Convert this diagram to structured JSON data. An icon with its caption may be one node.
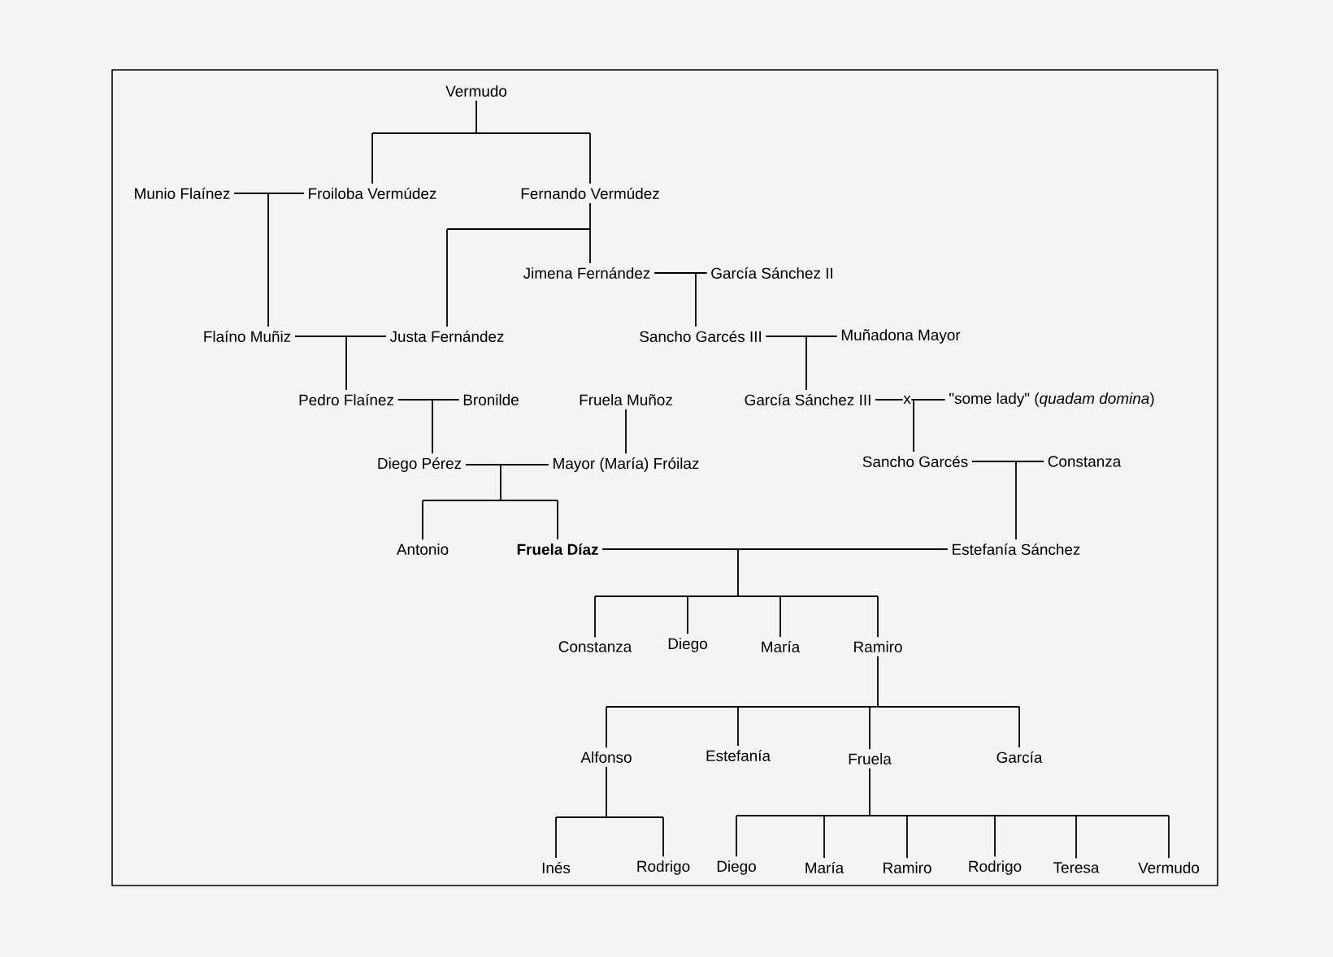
{
  "diagram": {
    "nodes": [
      {
        "text": [
          "Vermudo"
        ]
      },
      {
        "text": [
          "Munio Flaínez"
        ]
      },
      {
        "text": [
          "Froiloba Vermúdez"
        ]
      },
      {
        "text": [
          "Fernando Vermúdez"
        ]
      },
      {
        "text": [
          "Jimena Fernández"
        ]
      },
      {
        "text": [
          "García Sánchez II"
        ]
      },
      {
        "text": [
          "Flaíno Muñiz"
        ]
      },
      {
        "text": [
          "Justa Fernández"
        ]
      },
      {
        "text": [
          "Sancho Garcés III"
        ]
      },
      {
        "text": [
          "Muñadona Mayor"
        ]
      },
      {
        "text": [
          "Pedro Flaínez"
        ]
      },
      {
        "text": [
          "Bronilde"
        ]
      },
      {
        "text": [
          "Fruela Muñoz"
        ]
      },
      {
        "text": [
          "García Sánchez III"
        ]
      },
      {
        "text": [
          "\"some lady\" (*quadam domina*)"
        ]
      },
      {
        "text": [
          "Diego Pérez"
        ]
      },
      {
        "text": [
          "Mayor (María) Fróilaz"
        ]
      },
      {
        "text": [
          "Sancho Garcés"
        ]
      },
      {
        "text": [
          "Constanza"
        ]
      },
      {
        "text": [
          "Antonio"
        ]
      },
      {
        "text": [
          "Fruela Díaz"
        ]
      },
      {
        "text": [
          "Estefanía Sánchez"
        ]
      },
      {
        "text": [
          "Constanza"
        ]
      },
      {
        "text": [
          "Diego"
        ]
      },
      {
        "text": [
          "María"
        ]
      },
      {
        "text": [
          "Ramiro"
        ]
      },
      {
        "text": [
          "Alfonso"
        ]
      },
      {
        "text": [
          "Estefanía"
        ]
      },
      {
        "text": [
          "Fruela"
        ]
      },
      {
        "text": [
          "García"
        ]
      },
      {
        "text": [
          "Inés"
        ]
      },
      {
        "text": [
          "Rodrigo"
        ]
      },
      {
        "text": [
          "Diego"
        ]
      },
      {
        "text": [
          "María"
        ]
      },
      {
        "text": [
          "Ramiro"
        ]
      },
      {
        "text": [
          "Rodrigo"
        ]
      },
      {
        "text": [
          "Teresa"
        ]
      },
      {
        "text": [
          "Vermudo"
        ]
      }
    ],
    "edges": [
      {
        "from": 0,
        "to": 2,
        "arrow": "none"
      },
      {
        "from": 0,
        "to": 3,
        "arrow": "none"
      },
      {
        "from": 1,
        "to": 2,
        "arrow": "none"
      },
      {
        "from": 1,
        "to": 6,
        "arrow": "none"
      },
      {
        "from": 2,
        "to": 6,
        "arrow": "none"
      },
      {
        "from": 3,
        "to": 7,
        "arrow": "none"
      },
      {
        "from": 3,
        "to": 4,
        "arrow": "none"
      },
      {
        "from": 4,
        "to": 5,
        "arrow": "none"
      },
      {
        "from": 4,
        "to": 8,
        "arrow": "none"
      },
      {
        "from": 5,
        "to": 8,
        "arrow": "none"
      },
      {
        "from": 6,
        "to": 7,
        "arrow": "none"
      },
      {
        "from": 6,
        "to": 10,
        "arrow": "none"
      },
      {
        "from": 7,
        "to": 10,
        "arrow": "none"
      },
      {
        "from": 8,
        "to": 9,
        "arrow": "none"
      },
      {
        "from": 8,
        "to": 13,
        "arrow": "none"
      },
      {
        "from": 9,
        "to": 13,
        "arrow": "none"
      },
      {
        "from": 10,
        "to": 11,
        "arrow": "none"
      },
      {
        "from": 10,
        "to": 15,
        "arrow": "none"
      },
      {
        "from": 11,
        "to": 15,
        "arrow": "none"
      },
      {
        "from": 12,
        "to": 16,
        "arrow": "none"
      },
      {
        "from": 13,
        "to": 14,
        "arrow": "none",
        "label": "x"
      },
      {
        "from": 13,
        "to": 17,
        "arrow": "none"
      },
      {
        "from": 14,
        "to": 17,
        "arrow": "none"
      },
      {
        "from": 15,
        "to": 16,
        "arrow": "none"
      },
      {
        "from": 15,
        "to": 19,
        "arrow": "none"
      },
      {
        "from": 15,
        "to": 20,
        "arrow": "none"
      },
      {
        "from": 16,
        "to": 19,
        "arrow": "none"
      },
      {
        "from": 16,
        "to": 20,
        "arrow": "none"
      },
      {
        "from": 17,
        "to": 18,
        "arrow": "none"
      },
      {
        "from": 17,
        "to": 21,
        "arrow": "none"
      },
      {
        "from": 18,
        "to": 21,
        "arrow": "none"
      },
      {
        "from": 20,
        "to": 21,
        "arrow": "none"
      },
      {
        "from": 20,
        "to": 22,
        "arrow": "none"
      },
      {
        "from": 20,
        "to": 23,
        "arrow": "none"
      },
      {
        "from": 20,
        "to": 24,
        "arrow": "none"
      },
      {
        "from": 20,
        "to": 25,
        "arrow": "none"
      },
      {
        "from": 21,
        "to": 22,
        "arrow": "none"
      },
      {
        "from": 21,
        "to": 23,
        "arrow": "none"
      },
      {
        "from": 21,
        "to": 24,
        "arrow": "none"
      },
      {
        "from": 21,
        "to": 25,
        "arrow": "none"
      },
      {
        "from": 25,
        "to": 26,
        "arrow": "none"
      },
      {
        "from": 25,
        "to": 27,
        "arrow": "none"
      },
      {
        "from": 25,
        "to": 28,
        "arrow": "none"
      },
      {
        "from": 25,
        "to": 29,
        "arrow": "none"
      },
      {
        "from": 26,
        "to": 30,
        "arrow": "none"
      },
      {
        "from": 26,
        "to": 31,
        "arrow": "none"
      },
      {
        "from": 28,
        "to": 32,
        "arrow": "none"
      },
      {
        "from": 28,
        "to": 33,
        "arrow": "none"
      },
      {
        "from": 28,
        "to": 34,
        "arrow": "none"
      },
      {
        "from": 28,
        "to": 35,
        "arrow": "none"
      },
      {
        "from": 28,
        "to": 36,
        "arrow": "none"
      },
      {
        "from": 28,
        "to": 37,
        "arrow": "none"
      }
    ]
  }
}
